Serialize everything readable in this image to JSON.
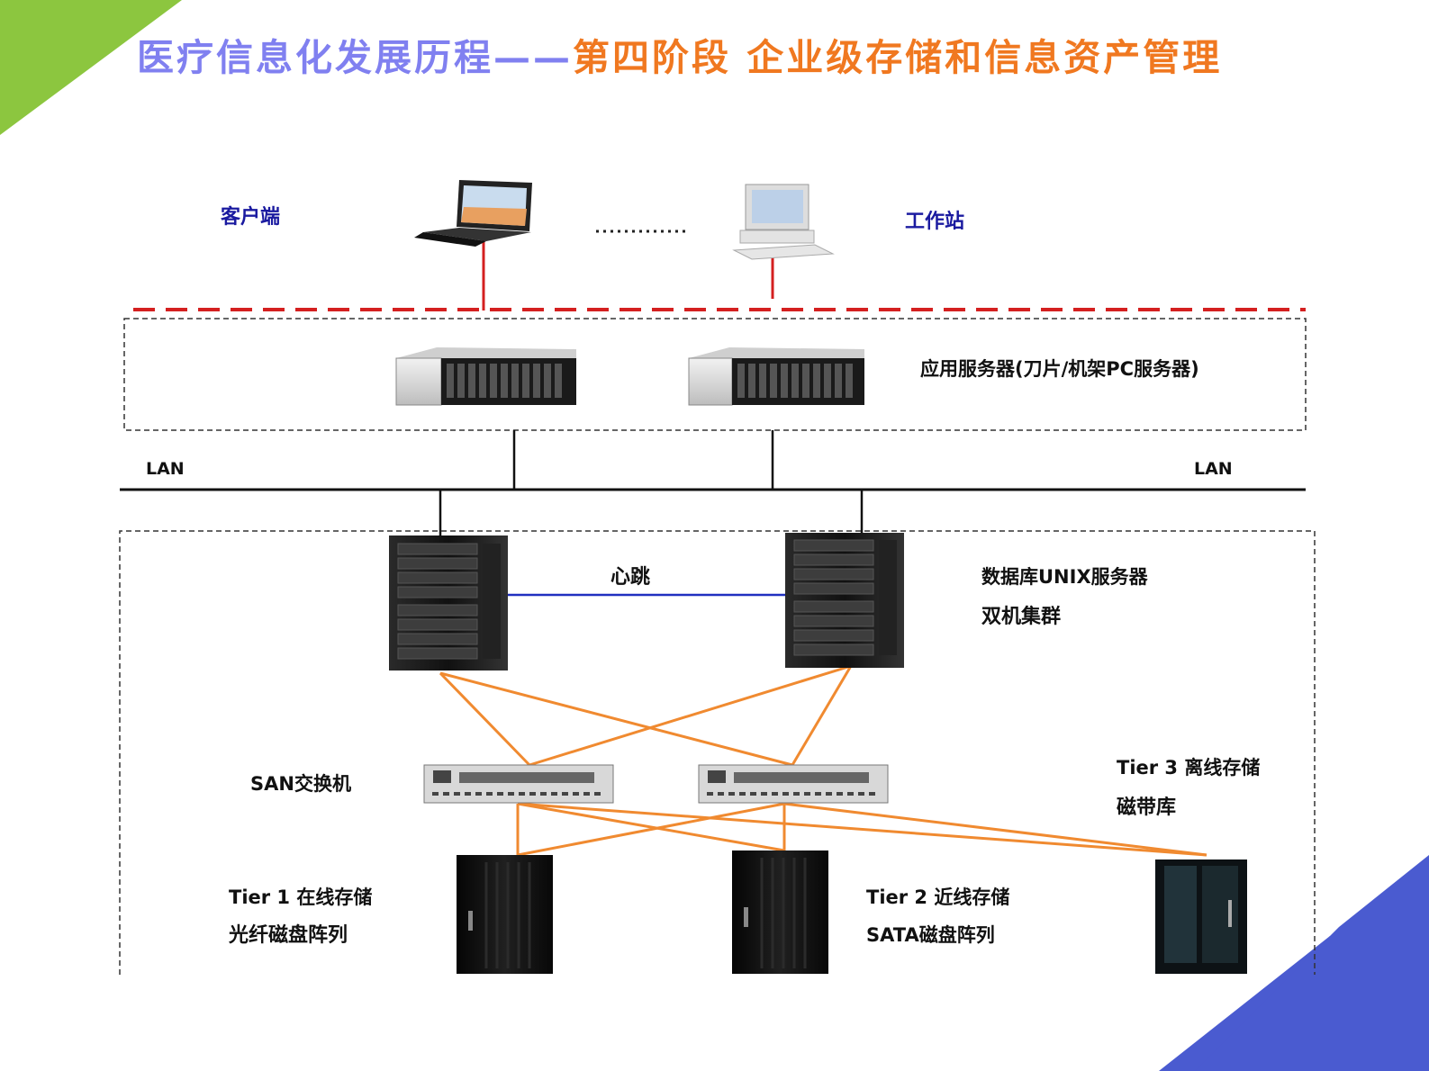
{
  "title": {
    "part1": "医疗信息化发展历程——",
    "part2": "第四阶段  企业级存储和信息资产管理"
  },
  "diagram": {
    "client_label": "客户端",
    "ellipsis": "............",
    "workstation_label": "工作站",
    "app_server_label": "应用服务器(刀片/机架PC服务器)",
    "lan_left": "LAN",
    "lan_right": "LAN",
    "heartbeat_label": "心跳",
    "db_server_line1": "数据库UNIX服务器",
    "db_server_line2": "双机集群",
    "san_switch_label": "SAN交换机",
    "tier3_line1": "Tier 3 离线存储",
    "tier3_line2": "磁带库",
    "tier1_line1": "Tier 1 在线存储",
    "tier1_line2": "光纤磁盘阵列",
    "tier2_line1": "Tier 2 近线存储",
    "tier2_line2": "SATA磁盘阵列"
  },
  "colors": {
    "accent_green": "#8cc63f",
    "accent_blue": "#4a5bd0",
    "title_blue": "#8080f0",
    "title_orange": "#f07820",
    "firewall_red": "#d42020",
    "fiber_orange": "#f08a30",
    "heartbeat_blue": "#2030c0"
  }
}
